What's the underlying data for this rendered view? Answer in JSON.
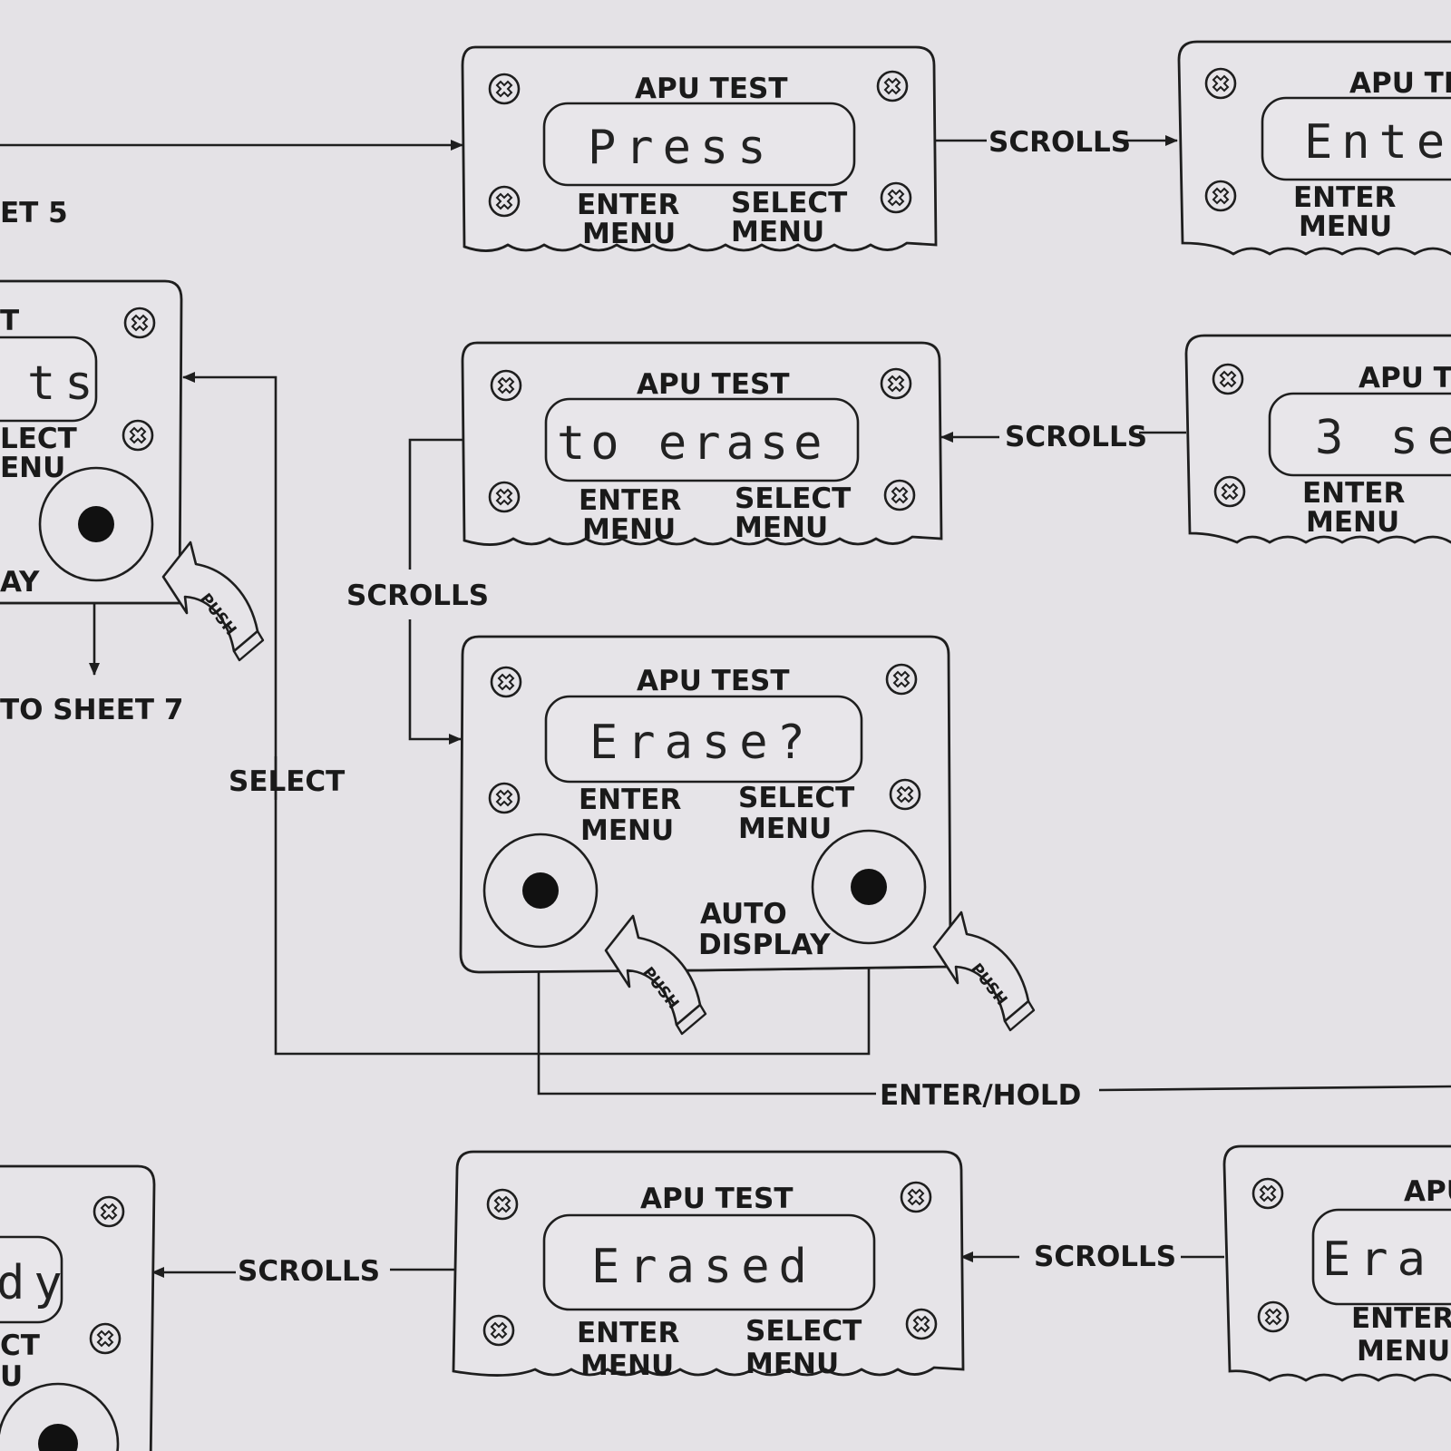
{
  "panel_title": "APU TEST",
  "button_labels": {
    "enter_line1": "ENTER",
    "enter_line2": "MENU",
    "select_line1": "SELECT",
    "select_line2": "MENU"
  },
  "displays": {
    "top_center": "Press",
    "top_right": "Ente",
    "top_right_title": "APU TE",
    "middle_center": "to erase",
    "middle_right": "3 se",
    "middle_right_title": "APU TI",
    "main": "Erase?",
    "bottom_center": "Erased",
    "bottom_right": "Era",
    "bottom_right_title": "APU",
    "left_upper": "ts",
    "left_upper_title": "T",
    "left_lower": "dy"
  },
  "left_upper_labels": {
    "select_line1": "LECT",
    "select_line2": "ENU",
    "display_fragment": "AY"
  },
  "left_lower_labels": {
    "select_line1": "CT",
    "select_line2": "U"
  },
  "auto_display": {
    "line1": "AUTO",
    "line2": "DISPLAY"
  },
  "push_label": "PUSH",
  "flow_labels": {
    "scrolls": "SCROLLS",
    "select": "SELECT",
    "enter_hold": "ENTER/HOLD",
    "to_sheet_7": "TO SHEET 7",
    "from_sheet_5": "ET 5"
  }
}
